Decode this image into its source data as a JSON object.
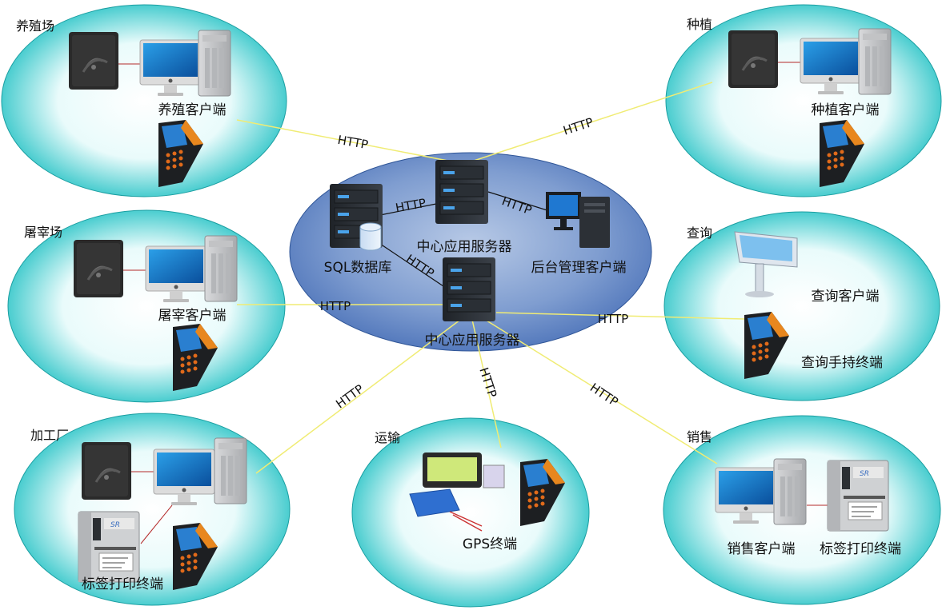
{
  "zones": {
    "breeding": {
      "title": "养殖场",
      "client": "养殖客户端"
    },
    "planting": {
      "title": "种植",
      "client": "种植客户端"
    },
    "slaughter": {
      "title": "屠宰场",
      "client": "屠宰客户端"
    },
    "query": {
      "title": "查询",
      "client": "查询客户端",
      "handheld": "查询手持终端"
    },
    "processing": {
      "title": "加工厂",
      "printer": "标签打印终端"
    },
    "transport": {
      "title": "运输",
      "gps": "GPS终端"
    },
    "sales": {
      "title": "销售",
      "client": "销售客户端",
      "printer": "标签打印终端"
    }
  },
  "center": {
    "server_top": "中心应用服务器",
    "server_bottom": "中心应用服务器",
    "database": "SQL数据库",
    "admin": "后台管理客户端"
  },
  "protocol": "HTTP",
  "colors": {
    "zone_fill": "#22c3c5",
    "center_fill": "#4a74bb",
    "link_line": "#f0ec74",
    "server": "#2b3036",
    "server_light": "#3f8fd6"
  }
}
